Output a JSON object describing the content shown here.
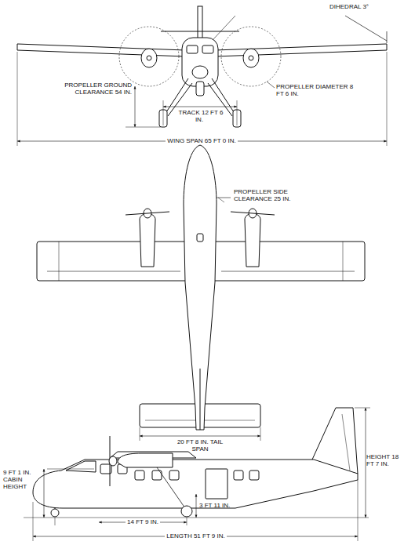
{
  "diagram": {
    "labels": [
      "DIHEDRAL 3°",
      "PROPELLER GROUND CLEARANCE 54 IN.",
      "PROPELLER DIAMETER 8 FT 6 IN.",
      "TRACK 12 FT 6 IN.",
      "WING SPAN 65 FT 0 IN.",
      "PROPELLER SIDE CLEARANCE 25 IN.",
      "20 FT 8 IN. TAIL SPAN",
      "HEIGHT 18 FT 7 IN.",
      "9 FT 1 IN. CABIN HEIGHT",
      "3 FT 11 IN.",
      "14 FT 9 IN.",
      "LENGTH 51 FT 9 IN."
    ]
  }
}
